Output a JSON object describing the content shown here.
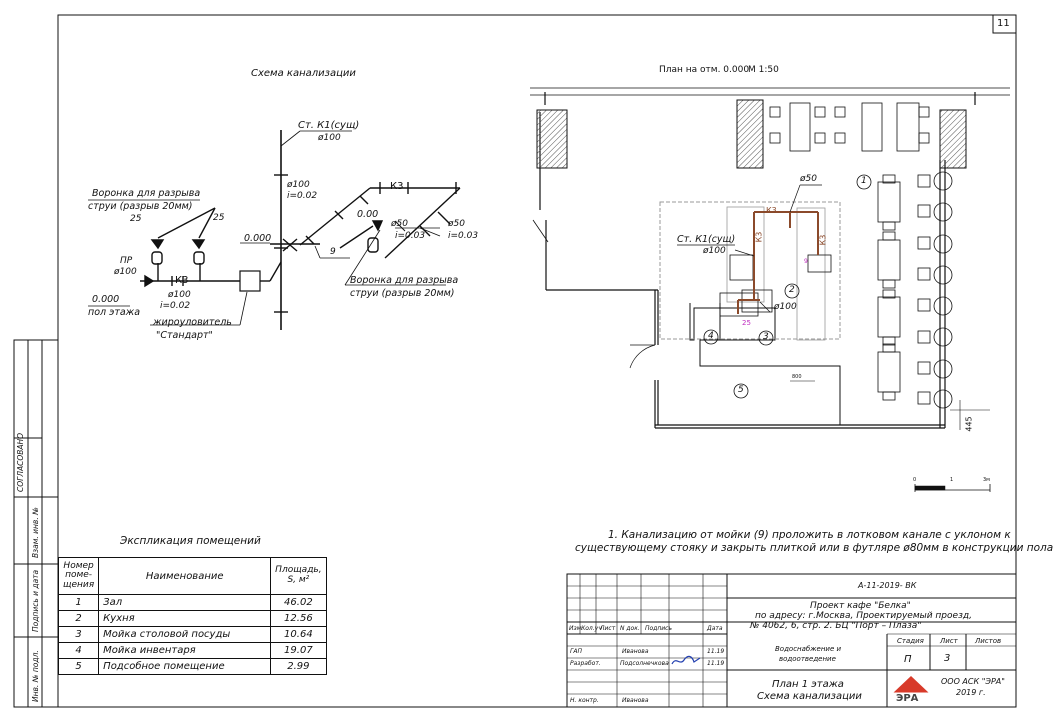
{
  "sheet": {
    "number": "11"
  },
  "scheme": {
    "title": "Схема канализации",
    "labels": {
      "riser": "Ст. К1(сущ)",
      "riser_d": "ø100",
      "funnel_top": "Воронка для разрыва",
      "funnel_top2": "струи (разрыв 20мм)",
      "n25a": "25",
      "n25b": "25",
      "pr": "ПР",
      "pr_d": "ø100",
      "floor_level": "0.000",
      "floor_text": "пол этажа",
      "k3a": "К3",
      "d100_bottom": "ø100",
      "i002_bottom": "i=0.02",
      "grease": "жироуловитель",
      "grease2": "\"Стандарт\"",
      "level_0000": "0.000",
      "d100_mid": "ø100",
      "i002_mid": "i=0.02",
      "k3b": "К3",
      "l000": "0.00",
      "d50a": "ø50",
      "i003a": "i=0.03",
      "d50b": "ø50",
      "i003b": "i=0.03",
      "n9": "9",
      "funnel_bot": "Воронка для разрыва",
      "funnel_bot2": "струи (разрыв 20мм)"
    }
  },
  "plan": {
    "title": "План на отм. 0.000",
    "scale": "М 1:50",
    "rooms": [
      "1",
      "2",
      "3",
      "4",
      "5"
    ],
    "labels": {
      "d50": "ø50",
      "k3_1": "К3",
      "k3_2": "К3",
      "k3_3": "К3",
      "riser": "Ст. К1(сущ)",
      "riser_d": "ø100",
      "d100": "ø100",
      "n9": "9",
      "n25": "25",
      "dim800": "800",
      "dim445": "445"
    },
    "scale_bar": {
      "start": "0",
      "mid": "1",
      "end": "3м"
    }
  },
  "note": {
    "line1": "1. Канализацию от мойки (9) проложить в лотковом канале  с уклоном к",
    "line2": "существующему  стояку и закрыть плиткой или в футляре ø80мм в конструкции пола"
  },
  "explication": {
    "title": "Экспликация помещений",
    "headers": [
      "Номер поме-щения",
      "Наименование",
      "Площадь, S, м²"
    ],
    "rows": [
      [
        "1",
        "Зал",
        "46.02"
      ],
      [
        "2",
        "Кухня",
        "12.56"
      ],
      [
        "3",
        "Мойка столовой посуды",
        "10.64"
      ],
      [
        "4",
        "Мойка инвентаря",
        "19.07"
      ],
      [
        "5",
        "Подсобное помещение",
        "2.99"
      ]
    ]
  },
  "left_strip": {
    "agreed": "СОГЛАСОВАНО",
    "inv_replace": "Взам. инв. №",
    "signature_date": "Подпись и дата",
    "inv_orig": "Инв. № подл."
  },
  "title_block": {
    "code": "А-11-2019- ВК",
    "project1": "Проект кафе \"Белка\"",
    "project2": "по адресу: г.Москва, Проектируемый проезд,",
    "project3": "№ 4062, 6, стр. 2. БЦ \"Порт – Плаза\"",
    "col_headers": [
      "Изм.",
      "Кол.уч",
      "Лист",
      "N док.",
      "Подпись",
      "Дата"
    ],
    "gap_label": "ГАП",
    "gap_name": "Иванова",
    "gap_date": "11.19",
    "dev_label": "Разработ.",
    "dev_name": "Подсолнечкова",
    "dev_date": "11.19",
    "norm_label": "Н. контр.",
    "norm_name": "Иванова",
    "section1": "Водоснабжение и",
    "section2": "водоотведение",
    "stage_h": "Стадия",
    "sheet_h": "Лист",
    "sheets_h": "Листов",
    "stage": "П",
    "sheet": "3",
    "sheets": "",
    "drawing1": "План 1 этажа",
    "drawing2": "Схема канализации",
    "company1": "ООО АСК \"ЭРА\"",
    "company2": "2019 г.",
    "logo": "ЭРА"
  }
}
